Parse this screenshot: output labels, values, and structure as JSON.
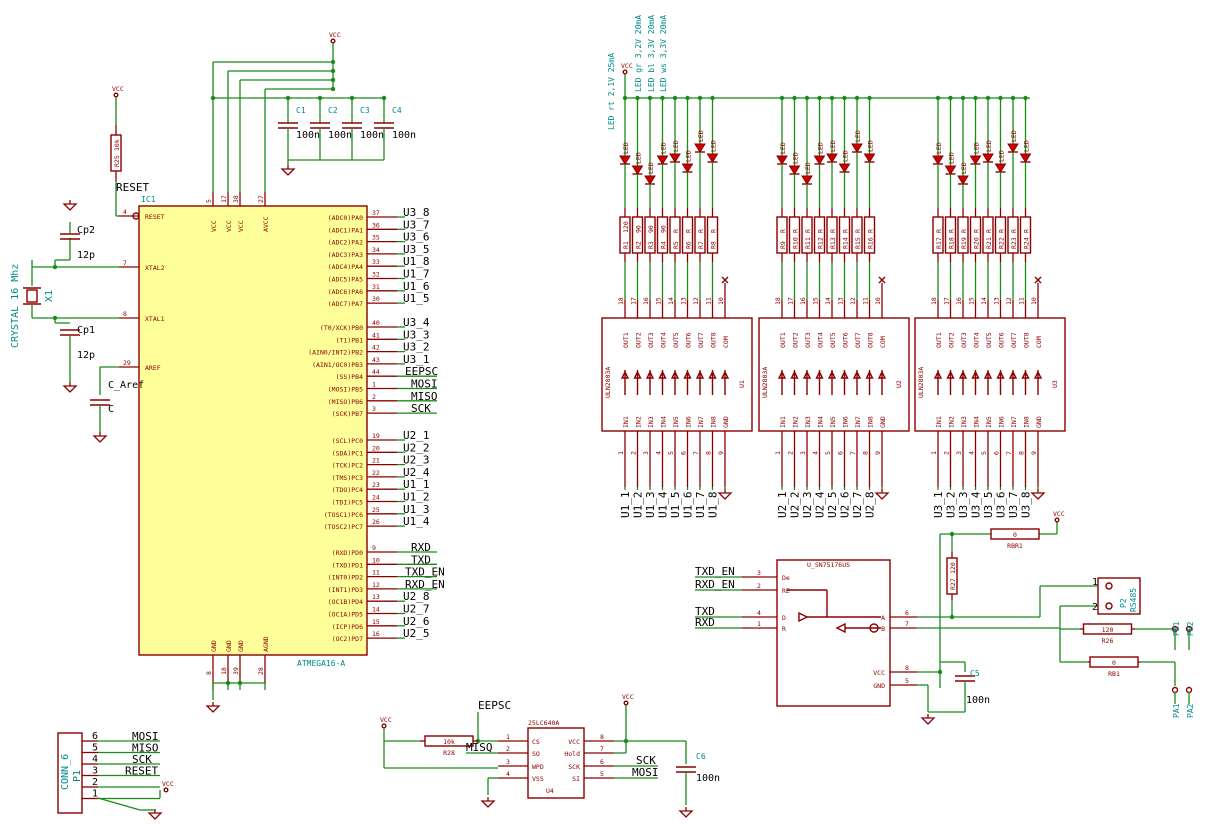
{
  "mcu": {
    "ref": "IC1",
    "value": "ATMEGA16-A",
    "top_pin_nums": [
      "5",
      "17",
      "38",
      "27"
    ],
    "top_pin_names": [
      "VCC",
      "VCC",
      "VCC",
      "AVCC"
    ],
    "bottom_pin_nums": [
      "8",
      "18",
      "39",
      "28"
    ],
    "bottom_pin_names": [
      "GND",
      "GND",
      "GND",
      "AGND"
    ],
    "left_pins": [
      {
        "num": "4",
        "name": "RESET"
      },
      {
        "num": "7",
        "name": "XTAL2"
      },
      {
        "num": "8",
        "name": "XTAL1"
      },
      {
        "num": "29",
        "name": "AREF"
      }
    ],
    "right_pins": [
      {
        "num": "37",
        "name": "(ADC0)PA0",
        "net": "U3_8"
      },
      {
        "num": "36",
        "name": "(ADC1)PA1",
        "net": "U3_7"
      },
      {
        "num": "35",
        "name": "(ADC2)PA2",
        "net": "U3_6"
      },
      {
        "num": "34",
        "name": "(ADC3)PA3",
        "net": "U3_5"
      },
      {
        "num": "33",
        "name": "(ADC4)PA4",
        "net": "U1_8"
      },
      {
        "num": "32",
        "name": "(ADC5)PA5",
        "net": "U1_7"
      },
      {
        "num": "31",
        "name": "(ADC6)PA6",
        "net": "U1_6"
      },
      {
        "num": "30",
        "name": "(ADC7)PA7",
        "net": "U1_5"
      },
      {
        "num": "40",
        "name": "(T0/XCK)PB0",
        "net": "U3_4"
      },
      {
        "num": "41",
        "name": "(T1)PB1",
        "net": "U3_3"
      },
      {
        "num": "42",
        "name": "(AIN0/INT2)PB2",
        "net": "U3_2"
      },
      {
        "num": "43",
        "name": "(AIN1/OC0)PB3",
        "net": "U3_1"
      },
      {
        "num": "44",
        "name": "(SS)PB4",
        "net": "EEPSC"
      },
      {
        "num": "1",
        "name": "(MOSI)PB5",
        "net": "MOSI"
      },
      {
        "num": "2",
        "name": "(MISO)PB6",
        "net": "MISO"
      },
      {
        "num": "3",
        "name": "(SCK)PB7",
        "net": "SCK"
      },
      {
        "num": "19",
        "name": "(SCL)PC0",
        "net": "U2_1"
      },
      {
        "num": "20",
        "name": "(SDA)PC1",
        "net": "U2_2"
      },
      {
        "num": "21",
        "name": "(TCK)PC2",
        "net": "U2_3"
      },
      {
        "num": "22",
        "name": "(TMS)PC3",
        "net": "U2_4"
      },
      {
        "num": "23",
        "name": "(TDO)PC4",
        "net": "U1_1"
      },
      {
        "num": "24",
        "name": "(TDI)PC5",
        "net": "U1_2"
      },
      {
        "num": "25",
        "name": "(TOSC1)PC6",
        "net": "U1_3"
      },
      {
        "num": "26",
        "name": "(TOSC2)PC7",
        "net": "U1_4"
      },
      {
        "num": "9",
        "name": "(RXD)PD0",
        "net": "RXD"
      },
      {
        "num": "10",
        "name": "(TXD)PD1",
        "net": "TXD"
      },
      {
        "num": "11",
        "name": "(INT0)PD2",
        "net": "TXD_EN"
      },
      {
        "num": "12",
        "name": "(INT1)PD3",
        "net": "RXD_EN"
      },
      {
        "num": "13",
        "name": "(OC1B)PD4",
        "net": "U2_8"
      },
      {
        "num": "14",
        "name": "(OC1A)PD5",
        "net": "U2_7"
      },
      {
        "num": "15",
        "name": "(ICP)PD6",
        "net": "U2_6"
      },
      {
        "num": "16",
        "name": "(OC2)PD7",
        "net": "U2_5"
      }
    ]
  },
  "labels": {
    "vcc": "VCC",
    "reset": "RESET",
    "r25_ref": "R25",
    "r25_val": "10k",
    "cp2_ref": "Cp2",
    "cp2_val": "12p",
    "cp1_ref": "Cp1",
    "cp1_val": "12p",
    "x1_ref": "X1",
    "x1_val": "CRYSTAL 16 Mhz",
    "caref_ref": "C_Aref",
    "caref_val": "C",
    "caps": [
      {
        "ref": "C1",
        "val": "100n"
      },
      {
        "ref": "C2",
        "val": "100n"
      },
      {
        "ref": "C3",
        "val": "100n"
      },
      {
        "ref": "C4",
        "val": "100n"
      }
    ],
    "led_notes": [
      "LED rt 2,1V 25mA",
      "LED gr 3,2V 20mA",
      "LED bl 3,3V 20mA",
      "LED ws 3,3V 20mA"
    ],
    "led_val": "LED"
  },
  "uln": [
    {
      "ref": "U1",
      "val": "ULN2803A",
      "res": [
        "R1",
        "R2",
        "R3",
        "R4",
        "R5",
        "R6",
        "R7",
        "R8"
      ],
      "res_val": [
        "120",
        "90",
        "90",
        "90",
        "R",
        "R",
        "R",
        "R"
      ],
      "nets": [
        "U1_1",
        "U1_2",
        "U1_3",
        "U1_4",
        "U1_5",
        "U1_6",
        "U1_7",
        "U1_8"
      ]
    },
    {
      "ref": "U2",
      "val": "ULN2803A",
      "res": [
        "R9",
        "R10",
        "R11",
        "R12",
        "R13",
        "R14",
        "R15",
        "R16"
      ],
      "res_val": [
        "R",
        "R",
        "R",
        "R",
        "R",
        "R",
        "R",
        "R"
      ],
      "nets": [
        "U2_1",
        "U2_2",
        "U2_3",
        "U2_4",
        "U2_5",
        "U2_6",
        "U2_7",
        "U2_8"
      ]
    },
    {
      "ref": "U3",
      "val": "ULN2803A",
      "res": [
        "R17",
        "R18",
        "R19",
        "R20",
        "R21",
        "R22",
        "R23",
        "R24"
      ],
      "res_val": [
        "R",
        "R",
        "R",
        "R",
        "R",
        "R",
        "R",
        "R"
      ],
      "nets": [
        "U3_1",
        "U3_2",
        "U3_3",
        "U3_4",
        "U3_5",
        "U3_6",
        "U3_7",
        "U3_8"
      ]
    }
  ],
  "uln_out_names": [
    "OUT1",
    "OUT2",
    "OUT3",
    "OUT4",
    "OUT5",
    "OUT6",
    "OUT7",
    "OUT8",
    "COM"
  ],
  "uln_in_names": [
    "IN1",
    "IN2",
    "IN3",
    "IN4",
    "IN5",
    "IN6",
    "IN7",
    "IN8",
    "GND"
  ],
  "uln_out_nums": [
    "18",
    "17",
    "16",
    "15",
    "14",
    "13",
    "12",
    "11",
    "10"
  ],
  "uln_in_nums": [
    "1",
    "2",
    "3",
    "4",
    "5",
    "6",
    "7",
    "8",
    "9"
  ],
  "rs485": {
    "ref": "U_SN75176US",
    "ref_text": "U_SN75176US",
    "pins_left": [
      {
        "num": "3",
        "name": "De",
        "net": "TXD_EN"
      },
      {
        "num": "2",
        "name": "RE",
        "net": "RXD_EN"
      },
      {
        "num": "4",
        "name": "D",
        "net": "TXD"
      },
      {
        "num": "1",
        "name": "R",
        "net": "RXD"
      }
    ],
    "pins_right": [
      {
        "num": "6",
        "name": "A"
      },
      {
        "num": "7",
        "name": "B"
      },
      {
        "num": "8",
        "name": "VCC"
      },
      {
        "num": "5",
        "name": "GND"
      }
    ],
    "rbr1_ref": "RBR1",
    "rbr1_val": "0",
    "r27_ref": "R27",
    "r27_val": "120",
    "r26_ref": "R26",
    "r26_val": "120",
    "rb1_ref": "RB1",
    "rb1_val": "0",
    "c5_ref": "C5",
    "c5_val": "100n",
    "p2_ref": "P2",
    "p2_val": "RS485",
    "p2_pins": [
      "1",
      "2"
    ],
    "pb1": "PB1",
    "pb2": "PB2",
    "pa1": "PA1",
    "pa2": "PA2"
  },
  "eeprom": {
    "ref": "U4",
    "val": "25LC640A",
    "left": [
      {
        "num": "1",
        "name": "CS"
      },
      {
        "num": "2",
        "name": "SO"
      },
      {
        "num": "3",
        "name": "WPD"
      },
      {
        "num": "4",
        "name": "VSS"
      }
    ],
    "right": [
      {
        "num": "8",
        "name": "VCC"
      },
      {
        "num": "7",
        "name": "Hold"
      },
      {
        "num": "6",
        "name": "SCK"
      },
      {
        "num": "5",
        "name": "SI"
      }
    ],
    "net_cs": "EEPSC",
    "net_so": "MISQ",
    "net_sck": "SCK",
    "net_si": "MOSI",
    "r28_ref": "R28",
    "r28_val": "10k",
    "c6_ref": "C6",
    "c6_val": "100n"
  },
  "conn": {
    "ref": "P1",
    "val": "CONN_6",
    "pins": [
      {
        "num": "6",
        "net": "MOSI"
      },
      {
        "num": "5",
        "net": "MISO"
      },
      {
        "num": "4",
        "net": "SCK"
      },
      {
        "num": "3",
        "net": "RESET"
      },
      {
        "num": "2",
        "net": ""
      },
      {
        "num": "1",
        "net": ""
      }
    ]
  }
}
